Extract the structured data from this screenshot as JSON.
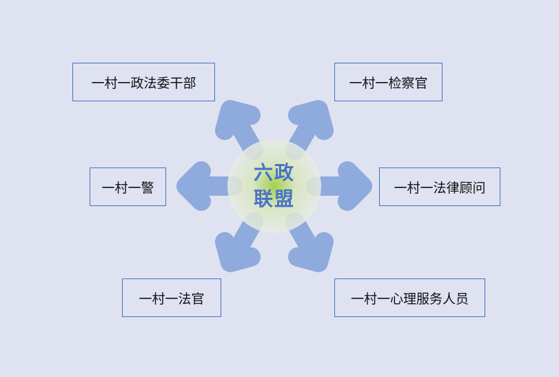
{
  "center": {
    "line1": "六政",
    "line2": "联盟"
  },
  "boxes": [
    {
      "label": "一村一政法委干部"
    },
    {
      "label": "一村一检察官"
    },
    {
      "label": "一村一警"
    },
    {
      "label": "一村一法律顾问"
    },
    {
      "label": "一村一法官"
    },
    {
      "label": "一村一心理服务人员"
    }
  ],
  "colors": {
    "arrow": "#8faadc",
    "border": "#4472c4",
    "text": "#4a72c8",
    "glow": "#9acd32"
  }
}
